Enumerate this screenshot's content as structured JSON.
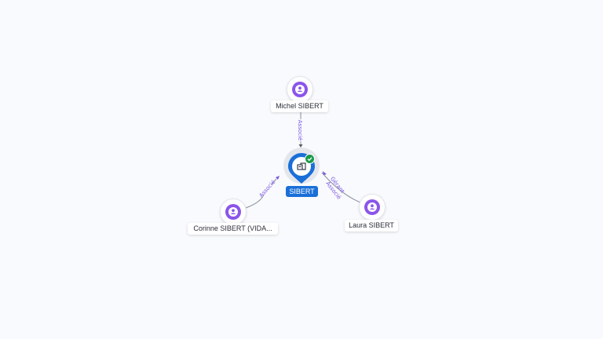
{
  "company": {
    "name": "SIBERT",
    "verified": true,
    "icon": "building-icon"
  },
  "people": [
    {
      "name": "Michel SIBERT",
      "icon": "person-icon"
    },
    {
      "name": "Corinne SIBERT (VIDA...",
      "icon": "person-icon"
    },
    {
      "name": "Laura SIBERT",
      "icon": "person-icon"
    }
  ],
  "edges": [
    {
      "from": "Michel SIBERT",
      "to": "SIBERT",
      "label": "Associé"
    },
    {
      "from": "Corinne SIBERT (VIDA...",
      "to": "SIBERT",
      "label": "Associé"
    },
    {
      "from": "Laura SIBERT",
      "to": "SIBERT",
      "labels": [
        "Gérant",
        "Associé"
      ]
    }
  ],
  "colors": {
    "person_accent": "#8b55ea",
    "company_primary": "#1a6fd8",
    "verified": "#1c9a4b",
    "edge_label": "#7a55e0",
    "background": "#f9fafd"
  }
}
